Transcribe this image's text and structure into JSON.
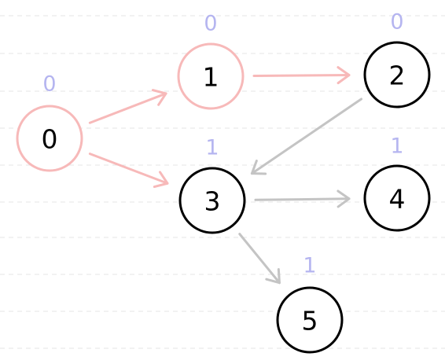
{
  "colors": {
    "visited": "#f7b9b9",
    "unvisited": "#000000",
    "edge_visited": "#f7b9b9",
    "edge_unvisited": "#c4c4c4",
    "badge": "#b5b5f0",
    "grid": "#e6e6e6"
  },
  "nodes": [
    {
      "id": "0",
      "label": "0",
      "badge": "0",
      "state": "visited"
    },
    {
      "id": "1",
      "label": "1",
      "badge": "0",
      "state": "visited"
    },
    {
      "id": "2",
      "label": "2",
      "badge": "0",
      "state": "unvisited"
    },
    {
      "id": "3",
      "label": "3",
      "badge": "1",
      "state": "unvisited"
    },
    {
      "id": "4",
      "label": "4",
      "badge": "1",
      "state": "unvisited"
    },
    {
      "id": "5",
      "label": "5",
      "badge": "1",
      "state": "unvisited"
    }
  ],
  "edges": [
    {
      "from": "0",
      "to": "1",
      "state": "visited"
    },
    {
      "from": "0",
      "to": "3",
      "state": "visited"
    },
    {
      "from": "1",
      "to": "2",
      "state": "visited"
    },
    {
      "from": "2",
      "to": "3",
      "state": "unvisited"
    },
    {
      "from": "3",
      "to": "4",
      "state": "unvisited"
    },
    {
      "from": "3",
      "to": "5",
      "state": "unvisited"
    }
  ]
}
